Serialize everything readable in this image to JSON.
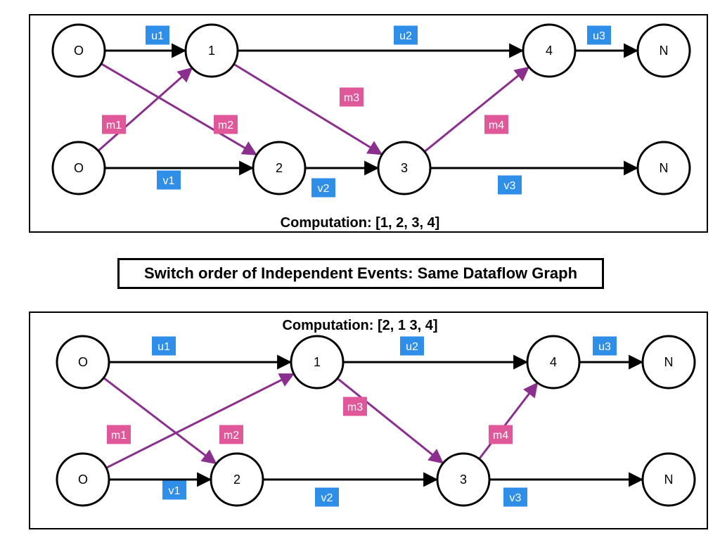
{
  "banner": "Switch order of Independent Events: Same Dataflow Graph",
  "colors": {
    "user_edge": "#000000",
    "message_edge": "#8b2f8e",
    "user_tag": "#2f8ee8",
    "message_tag": "#e0579a"
  },
  "diagrams": [
    {
      "caption": "Computation: [1, 2, 3, 4]",
      "nodes": [
        {
          "id": "o_top",
          "label": "O"
        },
        {
          "id": "n1",
          "label": "1"
        },
        {
          "id": "n4",
          "label": "4"
        },
        {
          "id": "n_top",
          "label": "N"
        },
        {
          "id": "o_bot",
          "label": "O"
        },
        {
          "id": "n2",
          "label": "2"
        },
        {
          "id": "n3",
          "label": "3"
        },
        {
          "id": "n_bot",
          "label": "N"
        }
      ],
      "edges": [
        {
          "from": "o_top",
          "to": "n1",
          "kind": "user",
          "label": "u1"
        },
        {
          "from": "n1",
          "to": "n4",
          "kind": "user",
          "label": "u2"
        },
        {
          "from": "n4",
          "to": "n_top",
          "kind": "user",
          "label": "u3"
        },
        {
          "from": "o_bot",
          "to": "n2",
          "kind": "user",
          "label": "v1"
        },
        {
          "from": "n2",
          "to": "n3",
          "kind": "user",
          "label": "v2"
        },
        {
          "from": "n3",
          "to": "n_bot",
          "kind": "user",
          "label": "v3"
        },
        {
          "from": "o_bot",
          "to": "n1",
          "kind": "message",
          "label": "m1"
        },
        {
          "from": "o_top",
          "to": "n2",
          "kind": "message",
          "label": "m2"
        },
        {
          "from": "n1",
          "to": "n3",
          "kind": "message",
          "label": "m3"
        },
        {
          "from": "n3",
          "to": "n4",
          "kind": "message",
          "label": "m4"
        }
      ]
    },
    {
      "caption": "Computation: [2, 1 3, 4]",
      "nodes": [
        {
          "id": "o_top",
          "label": "O"
        },
        {
          "id": "n1",
          "label": "1"
        },
        {
          "id": "n4",
          "label": "4"
        },
        {
          "id": "n_top",
          "label": "N"
        },
        {
          "id": "o_bot",
          "label": "O"
        },
        {
          "id": "n2",
          "label": "2"
        },
        {
          "id": "n3",
          "label": "3"
        },
        {
          "id": "n_bot",
          "label": "N"
        }
      ],
      "edges": [
        {
          "from": "o_top",
          "to": "n1",
          "kind": "user",
          "label": "u1"
        },
        {
          "from": "n1",
          "to": "n4",
          "kind": "user",
          "label": "u2"
        },
        {
          "from": "n4",
          "to": "n_top",
          "kind": "user",
          "label": "u3"
        },
        {
          "from": "o_bot",
          "to": "n2",
          "kind": "user",
          "label": "v1"
        },
        {
          "from": "n2",
          "to": "n3",
          "kind": "user",
          "label": "v2"
        },
        {
          "from": "n3",
          "to": "n_bot",
          "kind": "user",
          "label": "v3"
        },
        {
          "from": "o_bot",
          "to": "n1",
          "kind": "message",
          "label": "m1"
        },
        {
          "from": "o_top",
          "to": "n2",
          "kind": "message",
          "label": "m2"
        },
        {
          "from": "n1",
          "to": "n3",
          "kind": "message",
          "label": "m3"
        },
        {
          "from": "n3",
          "to": "n4",
          "kind": "message",
          "label": "m4"
        }
      ]
    }
  ]
}
